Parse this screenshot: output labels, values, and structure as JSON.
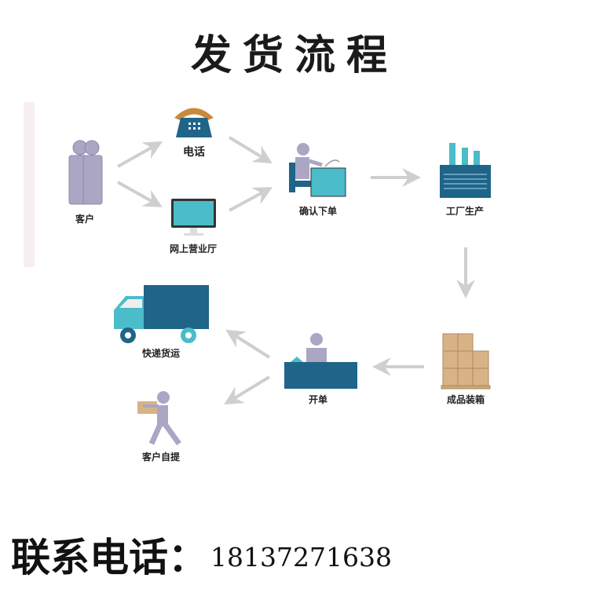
{
  "title": "发货流程",
  "nodes": {
    "customer": "客户",
    "phone": "电话",
    "online_hall": "网上营业厅",
    "confirm_order": "确认下单",
    "factory": "工厂生产",
    "packing": "成品装箱",
    "invoice": "开单",
    "express": "快递货运",
    "self_pickup": "客户自提"
  },
  "contact": {
    "label": "联系电话：",
    "phone": "18137271638"
  },
  "colors": {
    "dark_blue": "#1f6489",
    "teal": "#4bbcc9",
    "purple_gray": "#aaa6c4",
    "arrow": "#cfcfcf",
    "box": "#d8b386",
    "handset": "#c98a3e"
  }
}
